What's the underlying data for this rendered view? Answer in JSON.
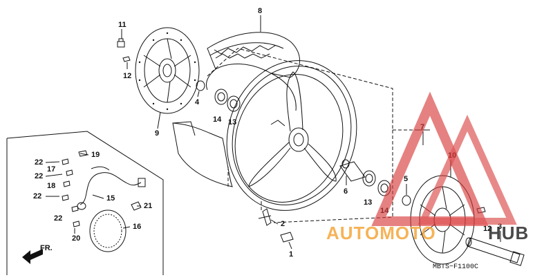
{
  "diagram": {
    "callouts": [
      "8",
      "11",
      "12",
      "4",
      "14",
      "13",
      "9",
      "7",
      "10",
      "5",
      "6",
      "13",
      "14",
      "19",
      "22",
      "17",
      "22",
      "18",
      "22",
      "15",
      "21",
      "22",
      "16",
      "20",
      "2",
      "1",
      "3",
      "12"
    ],
    "direction_label": "FR.",
    "part_code": "MBTS−F1100C"
  },
  "watermark": {
    "text_a": "AUTOMOTO",
    "text_b": "HUB",
    "colors": {
      "accent": "#f4a63a",
      "triangle": "#d83a3a",
      "dark": "#2b2b2b"
    }
  }
}
